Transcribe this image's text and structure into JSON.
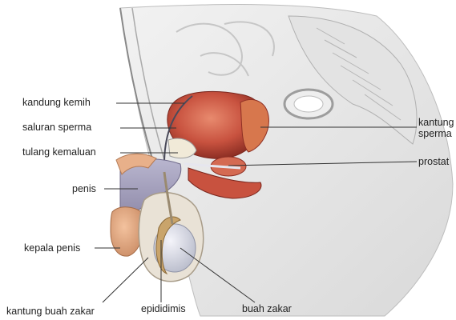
{
  "labels": {
    "bladder": "kandung kemih",
    "vas_deferens": "saluran sperma",
    "pubic_bone": "tulang kemaluan",
    "penis": "penis",
    "glans": "kepala penis",
    "scrotum": "kantung buah zakar",
    "epididymis": "epididimis",
    "testis": "buah zakar",
    "seminal_vesicle": "kantung\nsperma",
    "prostate": "prostat"
  },
  "colors": {
    "muscle": "#c8523f",
    "muscle_dark": "#8e2f24",
    "skin": "#e8b08a",
    "skin_dark": "#c98a63",
    "testis": "#dcdde6",
    "background_tissue": "#e6e6e6",
    "line": "#333333"
  }
}
